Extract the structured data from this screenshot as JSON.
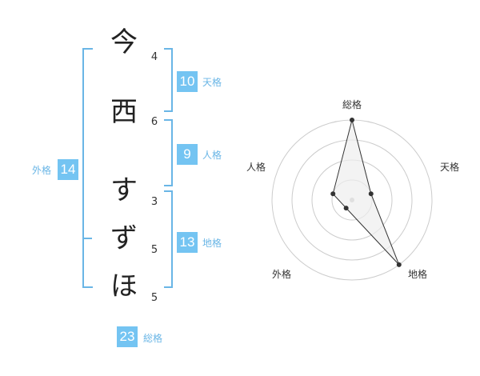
{
  "name": {
    "chars": [
      {
        "char": "今",
        "strokes": "4"
      },
      {
        "char": "西",
        "strokes": "6"
      },
      {
        "char": "す",
        "strokes": "3"
      },
      {
        "char": "ず",
        "strokes": "5"
      },
      {
        "char": "ほ",
        "strokes": "5"
      }
    ]
  },
  "fortune": {
    "tenkaku": {
      "label": "天格",
      "value": "10"
    },
    "jinkaku": {
      "label": "人格",
      "value": "9"
    },
    "chikaku": {
      "label": "地格",
      "value": "13"
    },
    "gaikaku": {
      "label": "外格",
      "value": "14"
    },
    "soukaku": {
      "label": "総格",
      "value": "23"
    }
  },
  "chart_data": {
    "type": "radar",
    "axes": [
      "総格",
      "天格",
      "地格",
      "外格",
      "人格"
    ],
    "values": [
      4,
      1,
      4,
      0.5,
      1
    ],
    "rmax": 4,
    "rings": 4,
    "colors": {
      "fill": "#eeeeee",
      "line": "#333333",
      "grid": "#cccccc",
      "center": "#bbbbbb"
    }
  }
}
